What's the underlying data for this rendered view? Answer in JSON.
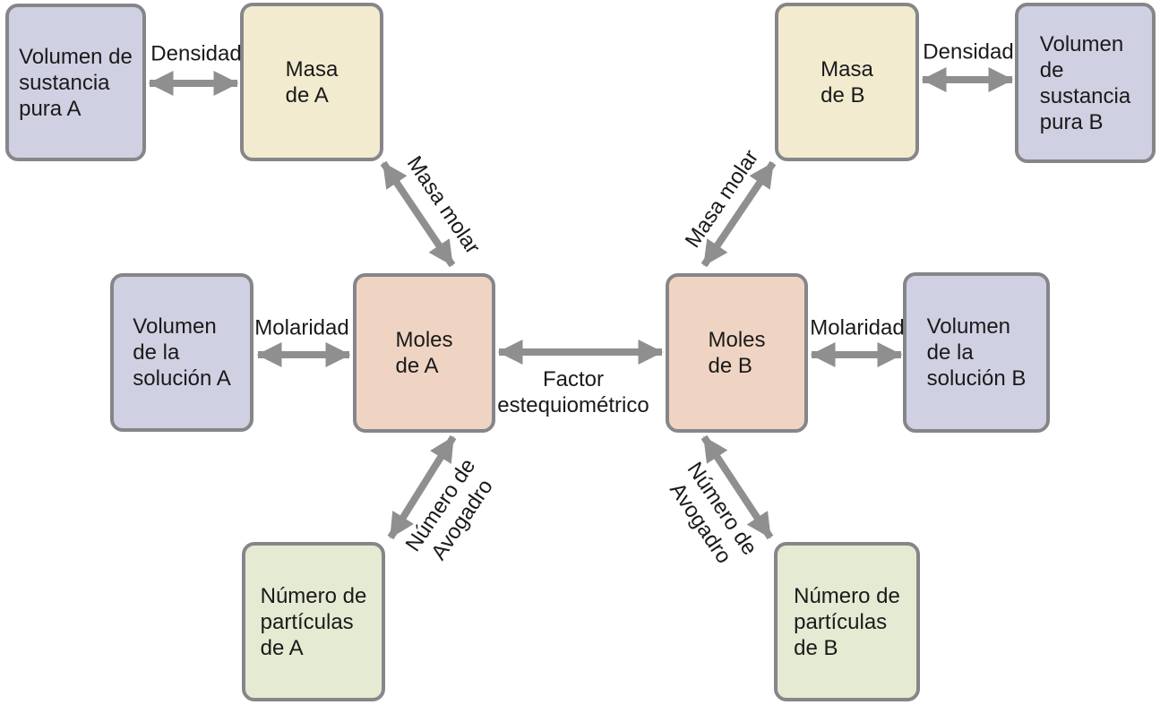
{
  "boxes": [
    {
      "id": "volumen-sustancia-pura-a",
      "text": "Volumen de\nsustancia\npura A"
    },
    {
      "id": "masa-de-a",
      "text": "Masa\nde A"
    },
    {
      "id": "masa-de-b",
      "text": "Masa\nde B"
    },
    {
      "id": "volumen-sustancia-pura-b",
      "text": "Volumen\nde\nsustancia\npura B"
    },
    {
      "id": "volumen-solucion-a",
      "text": "Volumen\nde la\nsolución A"
    },
    {
      "id": "moles-de-a",
      "text": "Moles\nde A"
    },
    {
      "id": "moles-de-b",
      "text": "Moles\nde B"
    },
    {
      "id": "volumen-solucion-b",
      "text": "Volumen\nde la\nsolución B"
    },
    {
      "id": "numero-particulas-a",
      "text": "Número de\npartículas\nde A"
    },
    {
      "id": "numero-particulas-b",
      "text": "Número de\npartículas\nde B"
    }
  ],
  "labels": {
    "densidad_a": "Densidad",
    "densidad_b": "Densidad",
    "molaridad_a": "Molaridad",
    "molaridad_b": "Molaridad",
    "masa_molar_a": "Masa molar",
    "masa_molar_b": "Masa molar",
    "avogadro_a": "Número de\nAvogadro",
    "avogadro_b": "Número de\nAvogadro",
    "factor_estequiometrico": "Factor\nestequiométrico"
  },
  "colors": {
    "box_lavender": "#d0d0e3",
    "box_cream": "#f2ebcf",
    "box_salmon": "#f0d4c3",
    "box_green": "#e5ead3",
    "box_border": "#86868a",
    "arrow": "#8f8f8f",
    "text": "#1a1a1a",
    "background": "#ffffff"
  }
}
